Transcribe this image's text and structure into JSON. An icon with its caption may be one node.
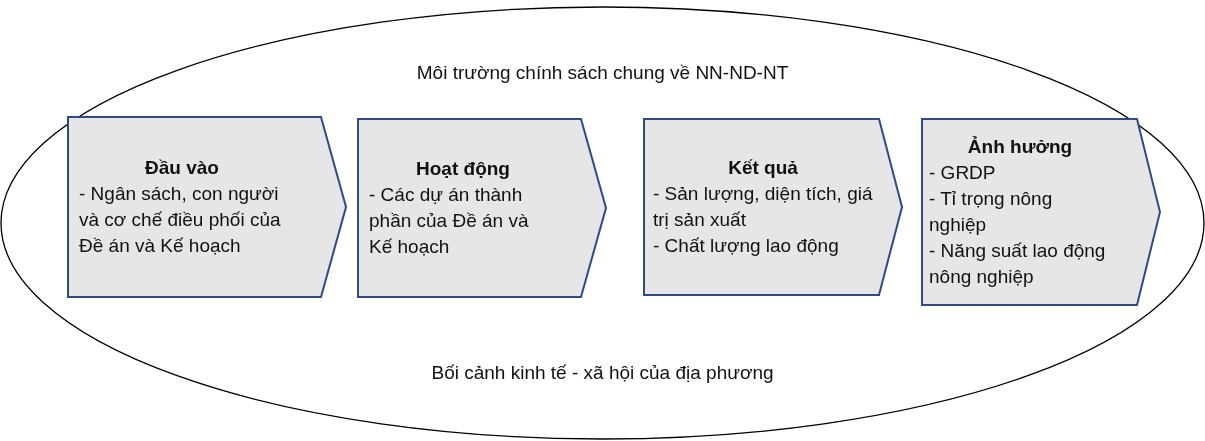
{
  "diagram": {
    "nodes": [
      {
        "text": [
          "Môi trường chính sách chung về NN-ND-NT",
          "Bối cảnh kinh tế - xã hội của địa phương"
        ]
      },
      {
        "text": [
          "Đầu vào",
          "- Ngân sách, con người và cơ chế điều phối của Đề án và Kế hoạch"
        ],
        "in": 0
      },
      {
        "text": [
          "Hoạt động",
          "- Các dự án thành phần của Đề án và Kế hoạch"
        ],
        "in": 0
      },
      {
        "text": [
          "Kết quả",
          "- Sản lượng, diện tích, giá trị sản xuất",
          "- Chất lượng lao động"
        ],
        "in": 0
      },
      {
        "text": [
          "Ảnh hưởng",
          "- GRDP",
          "- Tỉ trọng nông nghiệp",
          "- Năng suất lao động nông nghiệp"
        ],
        "in": 0
      }
    ],
    "edges": []
  }
}
